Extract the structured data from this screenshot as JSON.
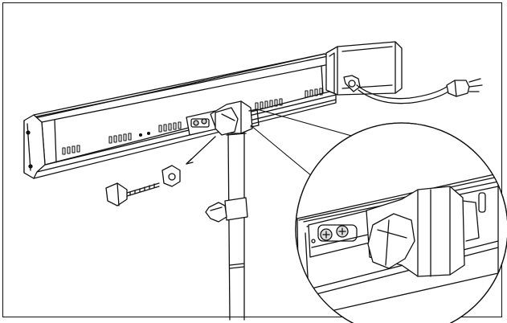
{
  "figure": {
    "line_color": "#111111",
    "fill_color": "#ffffff",
    "shade_color": "#dddddd",
    "parts": [
      "heater-housing",
      "end-cap",
      "control-box",
      "power-cord",
      "plug",
      "mounting-bracket",
      "pole",
      "pole-clamp-knob",
      "locking-knob",
      "bolt",
      "nut",
      "detail-callout"
    ]
  }
}
